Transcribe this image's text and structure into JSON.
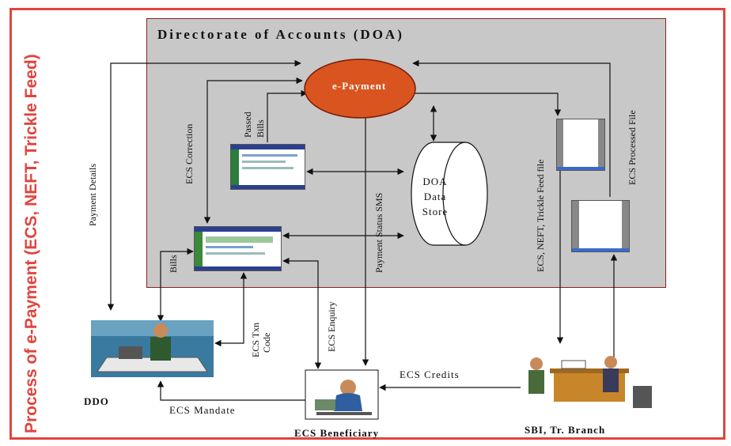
{
  "side_title": "Process of e-Payment (ECS, NEFT, Trickle Feed)",
  "doa_title": "Directorate of Accounts (DOA)",
  "nodes": {
    "e_payment": "e-Payment",
    "data_store": [
      "DOA",
      "Data",
      "Store"
    ],
    "ddo": "DDO",
    "beneficiary": "ECS Beneficiary",
    "sbi": "SBI, Tr. Branch"
  },
  "labels": {
    "payment_details": "Payment Details",
    "ecs_correction": "ECS Correction",
    "passed_bills": [
      "Passed",
      "Bills"
    ],
    "bills": "Bills",
    "payment_status_sms": "Payment Status  SMS",
    "ecs_neft_file": "ECS, NEFT, Trickle Feed file",
    "ecs_processed": "ECS Processed File",
    "ecs_txn_code": [
      "ECS  Txn",
      "Code"
    ],
    "ecs_enquiry": "ECS  Enquiry",
    "ecs_credits": "ECS Credits",
    "ecs_mandate": "ECS Mandate"
  },
  "colors": {
    "frame": "#e0453e",
    "doa_box": "#c8c8c8",
    "e_payment": "#d9541e"
  }
}
